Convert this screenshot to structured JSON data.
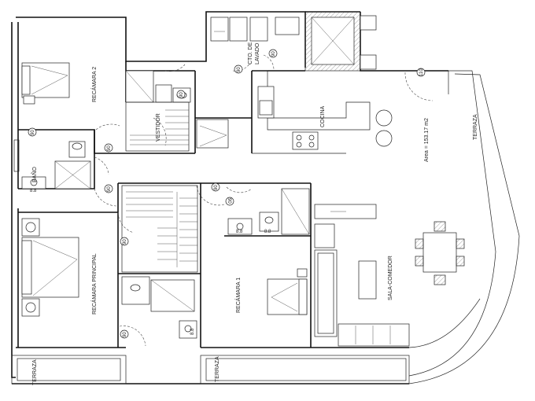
{
  "rooms": {
    "recamara2": "RECÁMARA 2",
    "vestidor": "VESTIDOR",
    "bano": "BAÑO",
    "cto_lavado_1": "CTO. DE",
    "cto_lavado_2": "LAVADO",
    "cocina": "COCINA",
    "recamara_principal": "RECÁMARA PRINCIPAL",
    "recamara1": "RECÁMARA 1",
    "sala_comedor": "SALA-COMEDOR",
    "terraza_right": "TERRAZA",
    "terraza_bl": "TERRAZA",
    "terraza_bc": "TERRAZA"
  },
  "area": "Area = 153.17 m2",
  "door_widths": {
    "d1": "90",
    "d2": "90",
    "d3": "90",
    "d4": "90",
    "d5": "90",
    "d6": "90",
    "d7": "90",
    "d8": "90",
    "d9": "90",
    "d10": "90",
    "d11": "110"
  },
  "fixture_marks": {
    "m1": "8.8",
    "m2": "8.8",
    "m3": "8.8",
    "m4": "8.8"
  },
  "colors": {
    "ink": "#111111",
    "paper": "#ffffff"
  }
}
